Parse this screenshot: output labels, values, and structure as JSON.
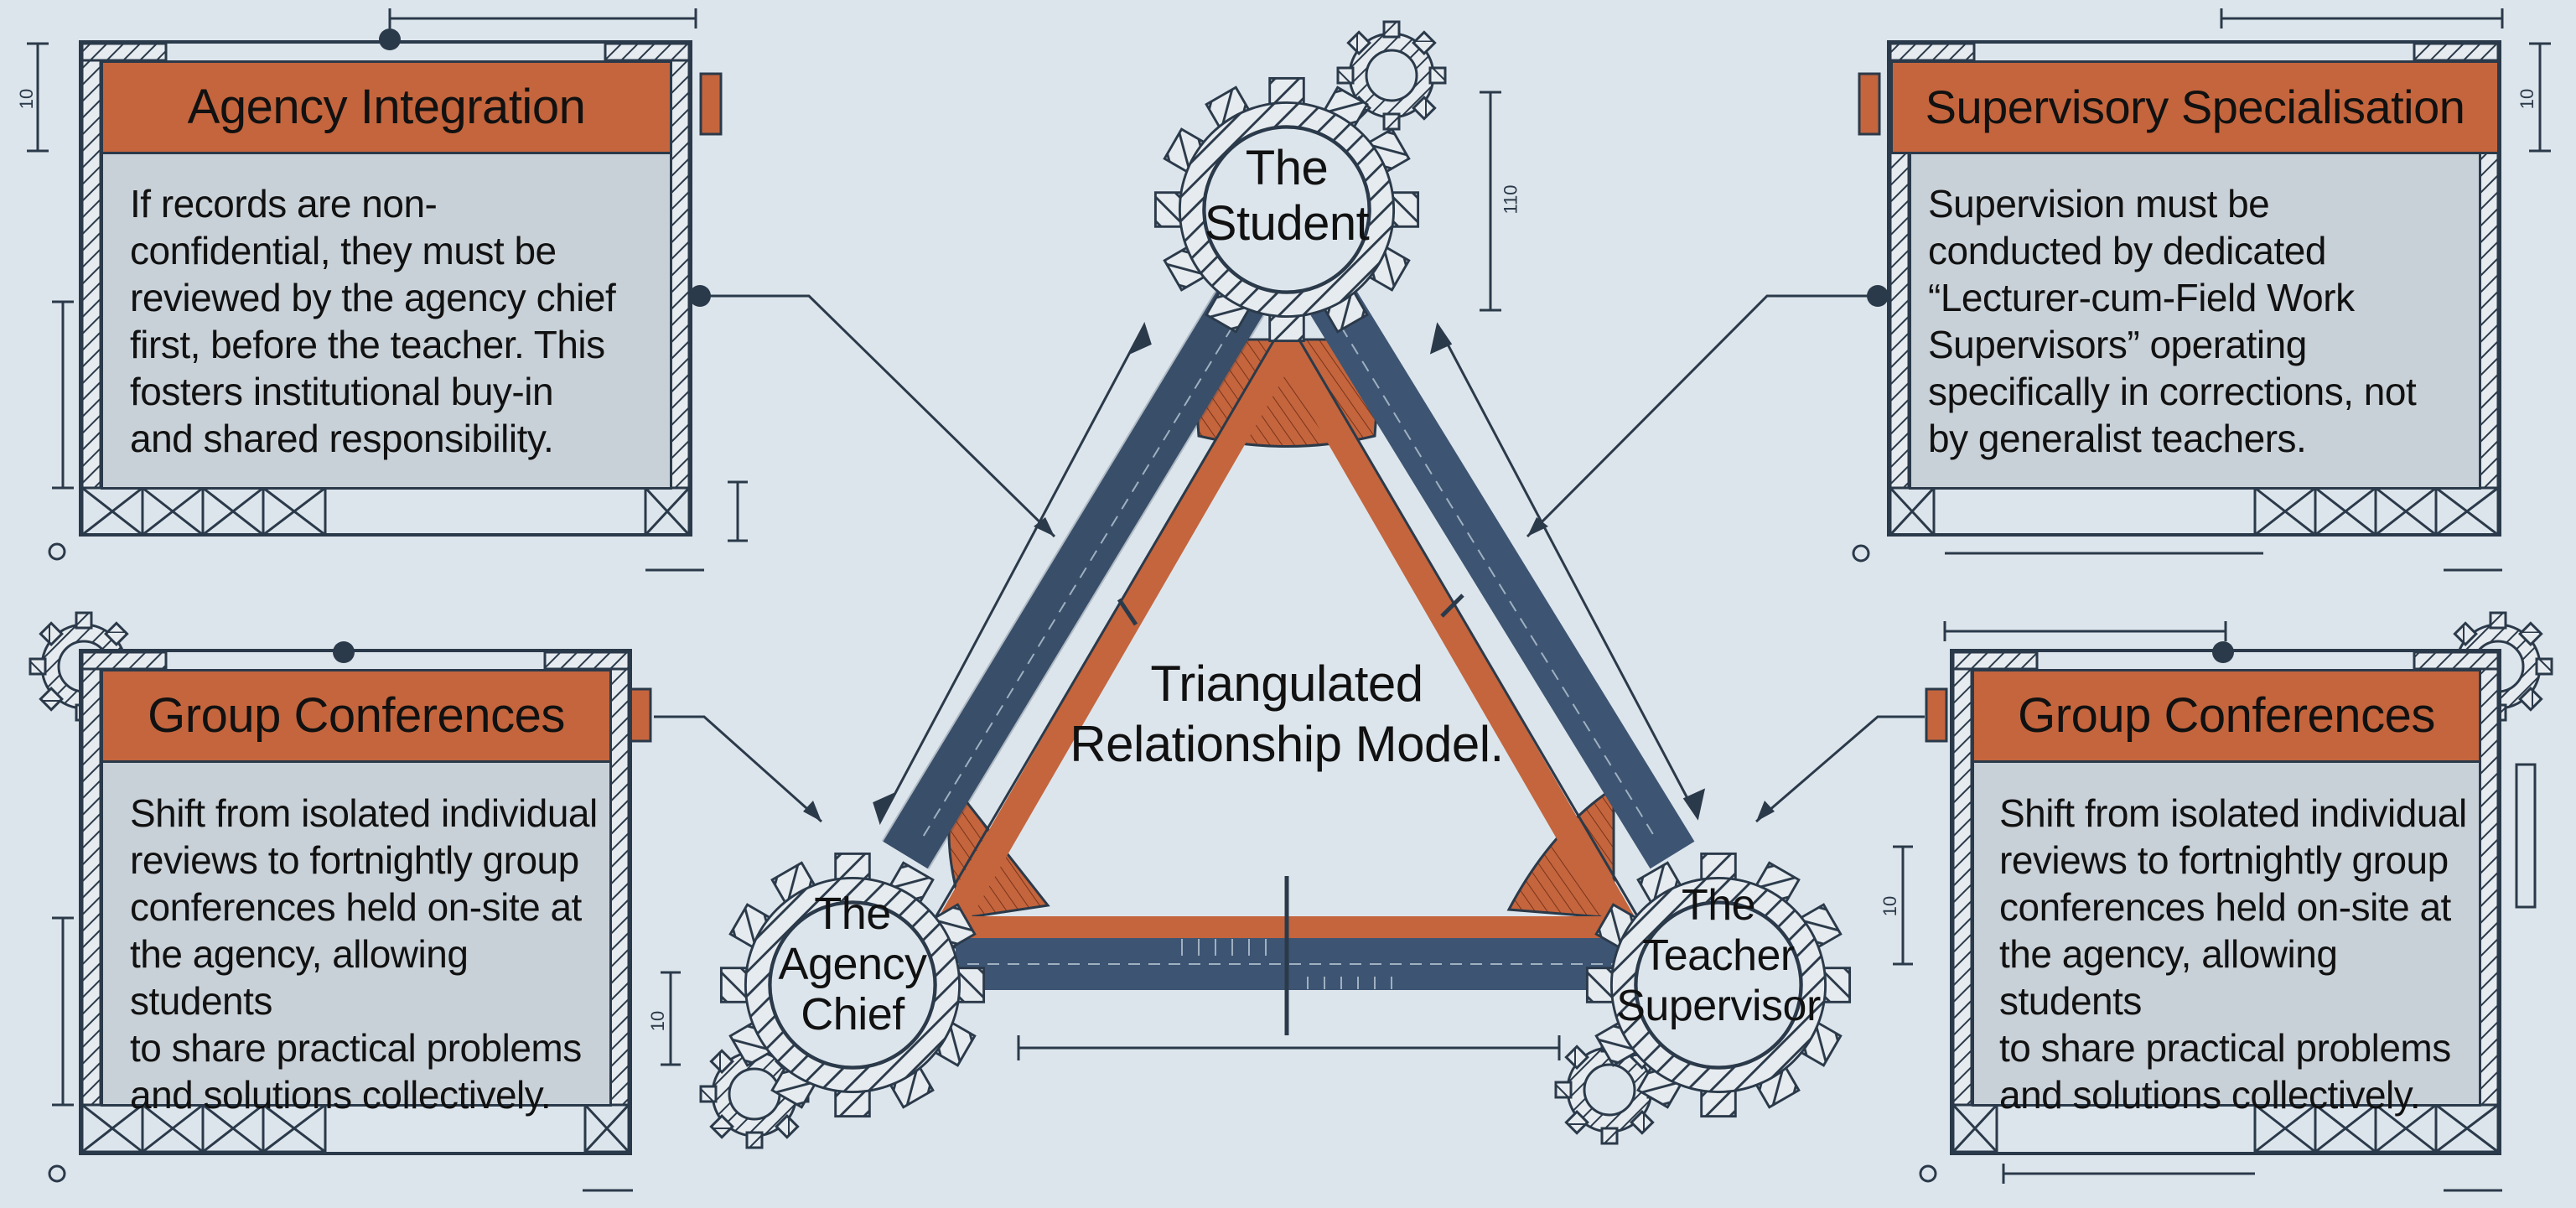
{
  "center": {
    "line1": "Triangulated",
    "line2": "Relationship Model."
  },
  "nodes": {
    "student": {
      "line1": "The",
      "line2": "Student"
    },
    "agency_chief": {
      "line1": "The",
      "line2": "Agency",
      "line3": "Chief"
    },
    "teacher_supervisor": {
      "line1": "The",
      "line2": "Teacher",
      "line3": "Supervisor"
    }
  },
  "cards": {
    "agency_integration": {
      "title": "Agency Integration",
      "lines": [
        "If records are non-",
        "confidential, they must be",
        "reviewed by the agency chief",
        "first, before the teacher. This",
        "fosters institutional buy-in",
        "and shared responsibility."
      ]
    },
    "supervisory_specialisation": {
      "title": "Supervisory Specialisation",
      "lines": [
        "Supervision must be",
        "conducted by dedicated",
        "“Lecturer-cum-Field Work",
        "Supervisors” operating",
        "specifically in corrections, not",
        "by generalist teachers."
      ]
    },
    "group_conferences_left": {
      "title": "Group Conferences",
      "lines": [
        "Shift from isolated individual",
        "reviews to fortnightly group",
        "conferences held on-site at",
        "the agency, allowing students",
        "to share practical problems",
        "and solutions collectively."
      ]
    },
    "group_conferences_right": {
      "title": "Group Conferences",
      "lines": [
        "Shift from isolated individual",
        "reviews to fortnightly group",
        "conferences held on-site at",
        "the agency, allowing students",
        "to share practical problems",
        "and solutions collectively."
      ]
    }
  },
  "dimension_labels": {
    "student_dim": "110",
    "agency_card_dim": "10",
    "specialisation_card_dim": "10",
    "agency_node_dim": "10",
    "teacher_node_dim": "10"
  },
  "colors": {
    "navy": "#2b3a4a",
    "beam_blue": "#3d5573",
    "copper": "#c4653d",
    "paper": "#dde5ec",
    "card_fill": "#c9d1d8"
  }
}
